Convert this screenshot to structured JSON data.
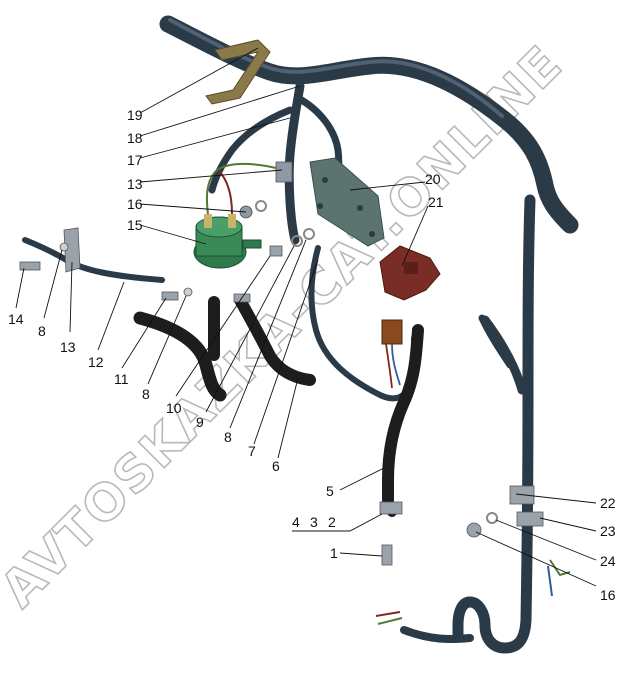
{
  "watermark": "AVTOSKAZKA-CAT.ONLINE",
  "callouts": [
    {
      "id": "c1",
      "text": "1"
    },
    {
      "id": "c2",
      "text": "2"
    },
    {
      "id": "c3",
      "text": "3"
    },
    {
      "id": "c4",
      "text": "4"
    },
    {
      "id": "c5",
      "text": "5"
    },
    {
      "id": "c6",
      "text": "6"
    },
    {
      "id": "c7",
      "text": "7"
    },
    {
      "id": "c8a",
      "text": "8"
    },
    {
      "id": "c8b",
      "text": "8"
    },
    {
      "id": "c8c",
      "text": "8"
    },
    {
      "id": "c9",
      "text": "9"
    },
    {
      "id": "c10",
      "text": "10"
    },
    {
      "id": "c11",
      "text": "11"
    },
    {
      "id": "c12",
      "text": "12"
    },
    {
      "id": "c13a",
      "text": "13"
    },
    {
      "id": "c13b",
      "text": "13"
    },
    {
      "id": "c14",
      "text": "14"
    },
    {
      "id": "c15",
      "text": "15"
    },
    {
      "id": "c16a",
      "text": "16"
    },
    {
      "id": "c16b",
      "text": "16"
    },
    {
      "id": "c17",
      "text": "17"
    },
    {
      "id": "c18",
      "text": "18"
    },
    {
      "id": "c19",
      "text": "19"
    },
    {
      "id": "c20",
      "text": "20"
    },
    {
      "id": "c21",
      "text": "21"
    },
    {
      "id": "c22",
      "text": "22"
    },
    {
      "id": "c23",
      "text": "23"
    },
    {
      "id": "c24",
      "text": "24"
    }
  ],
  "colors": {
    "hose": "#2b3a47",
    "hose_highlight": "#4f6172",
    "black_hose": "#1d1d1d",
    "valve_body": "#2f7a4c",
    "bracket_plate": "#5c7470",
    "connector_block": "#7a2d24",
    "clip": "#8a7a4a",
    "watermark": "#b9b9b9"
  }
}
